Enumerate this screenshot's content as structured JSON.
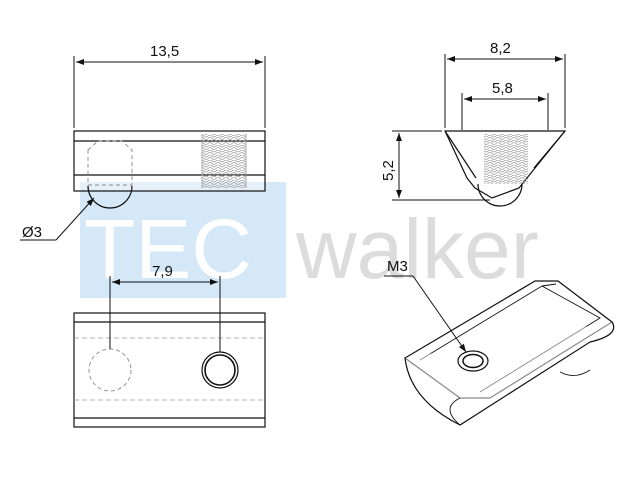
{
  "watermark": {
    "part1": "TEC",
    "part2": "walker",
    "block_color": "#c6e0f4",
    "text_color": "#dcdcdc",
    "tec_text_color": "#ffffff"
  },
  "dimensions": {
    "length": "13,5",
    "diameter": "Ø3",
    "hole_spacing": "7,9",
    "top_width": "8,2",
    "inner_width": "5,8",
    "height": "5,2",
    "thread": "M3"
  },
  "colors": {
    "line": "#111111",
    "thread": "#b8b8b8"
  }
}
